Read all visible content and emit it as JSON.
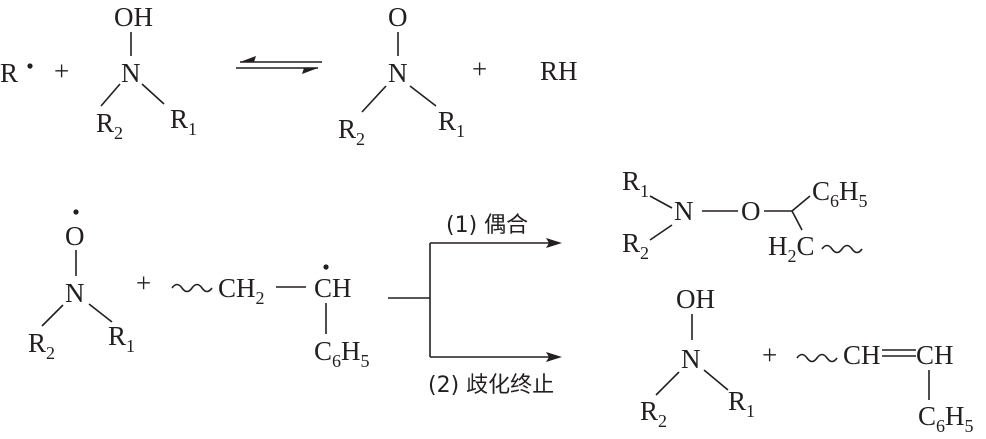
{
  "reaction1": {
    "radical": {
      "label": "R",
      "dot": "•"
    },
    "plus_1": "+",
    "hydroxylamine": {
      "top": "OH",
      "center": "N",
      "left": {
        "main": "R",
        "sub": "2"
      },
      "right": {
        "main": "R",
        "sub": "1"
      }
    },
    "arrow": "equilibrium",
    "nitroxide": {
      "top": "O",
      "center": "N",
      "left": {
        "main": "R",
        "sub": "2"
      },
      "right": {
        "main": "R",
        "sub": "1"
      }
    },
    "plus_2": "+",
    "product": "RH"
  },
  "reaction2": {
    "nitroxide": {
      "top": "O",
      "center": "N",
      "left": {
        "main": "R",
        "sub": "2"
      },
      "right": {
        "main": "R",
        "sub": "1"
      }
    },
    "plus": "+",
    "polymer_radical": {
      "ch2": {
        "main": "CH",
        "sub": "2"
      },
      "ch": "CH",
      "phenyl": {
        "c": "C",
        "c_sub": "6",
        "h": "H",
        "h_sub": "5"
      }
    },
    "path1_label": "(1) 偶合",
    "path2_label": "(2) 歧化终止",
    "coupling_product": {
      "r1": {
        "main": "R",
        "sub": "1"
      },
      "r2": {
        "main": "R",
        "sub": "2"
      },
      "n": "N",
      "o": "O",
      "phenyl": {
        "c": "C",
        "c_sub": "6",
        "h": "H",
        "h_sub": "5"
      },
      "h2c": {
        "h": "H",
        "sub": "2",
        "c": "C"
      }
    },
    "disproportionation_products": {
      "hydroxylamine": {
        "top": "OH",
        "center": "N",
        "left": {
          "main": "R",
          "sub": "2"
        },
        "right": {
          "main": "R",
          "sub": "1"
        }
      },
      "plus": "+",
      "alkene": {
        "ch_left": "CH",
        "ch_right": "CH"
      },
      "phenyl": {
        "c": "C",
        "c_sub": "6",
        "h": "H",
        "h_sub": "5"
      }
    }
  }
}
